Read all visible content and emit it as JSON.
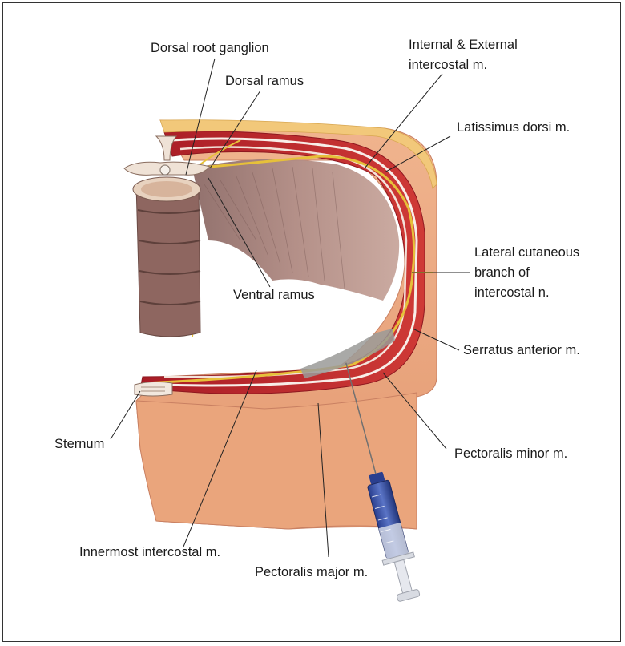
{
  "labels": {
    "dorsal_root_ganglion": "Dorsal root ganglion",
    "dorsal_ramus": "Dorsal ramus",
    "internal_external_intercostal_1": "Internal & External",
    "internal_external_intercostal_2": "intercostal m.",
    "latissimus_dorsi": "Latissimus dorsi m.",
    "lateral_cutaneous_1": "Lateral cutaneous",
    "lateral_cutaneous_2": "branch of",
    "lateral_cutaneous_3": "intercostal n.",
    "ventral_ramus": "Ventral ramus",
    "serratus_anterior": "Serratus anterior m.",
    "sternum": "Sternum",
    "pectoralis_minor": "Pectoralis minor m.",
    "innermost_intercostal": "Innermost intercostal m.",
    "pectoralis_major": "Pectoralis major m."
  },
  "colors": {
    "skin": "#ecb188",
    "skin_dark": "#d9936a",
    "muscle": "#b7212b",
    "muscle_light": "#d94a44",
    "fat": "#f3c979",
    "nerve": "#e8c23a",
    "fascia": "#f5ece6",
    "vertebra": "#9b6e66",
    "lung_cavity": "#a07c76"
  }
}
